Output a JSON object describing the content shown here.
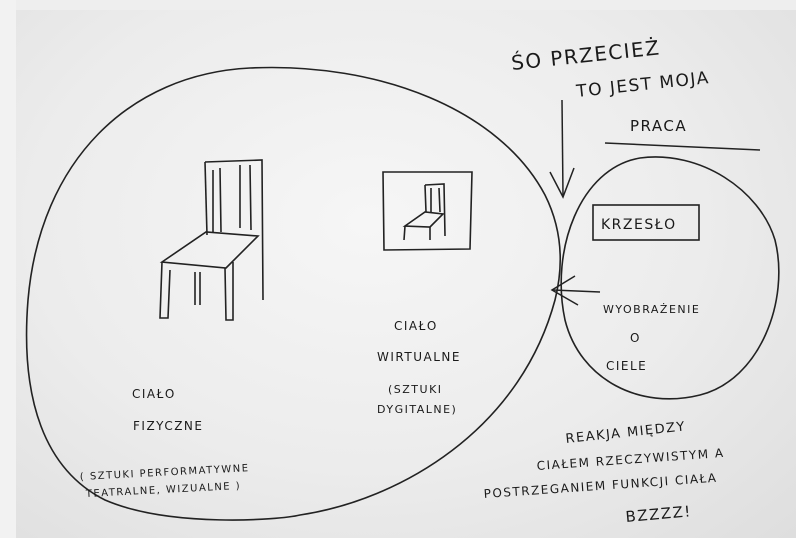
{
  "sketch": {
    "top_note": {
      "line1": "ŚO PRZECIEŻ",
      "line2": "TO JEST MOJA",
      "line3": "PRACA"
    },
    "physical_body": {
      "line1": "CIAŁO",
      "line2": "FIZYCZNE",
      "note1": "( SZTUKI PERFORMATYWNE",
      "note2": "TEATRALNE, WIZUALNE )"
    },
    "virtual_body": {
      "line1": "CIAŁO",
      "line2": "WIRTUALNE",
      "note1": "(SZTUKI",
      "note2": "DYGITALNE)"
    },
    "small_circle": {
      "box_label": "KRZESŁO",
      "line1": "WYOBRAŻENIE",
      "line2": "O",
      "line3": "CIELE"
    },
    "bottom_note": {
      "line1": "REAKJA MIĘDZY",
      "line2": "CIAŁEM RZECZYWISTYM A",
      "line3": "POSTRZEGANIEM FUNKCJI CIAŁA",
      "line4": "BZZZZ!"
    }
  }
}
